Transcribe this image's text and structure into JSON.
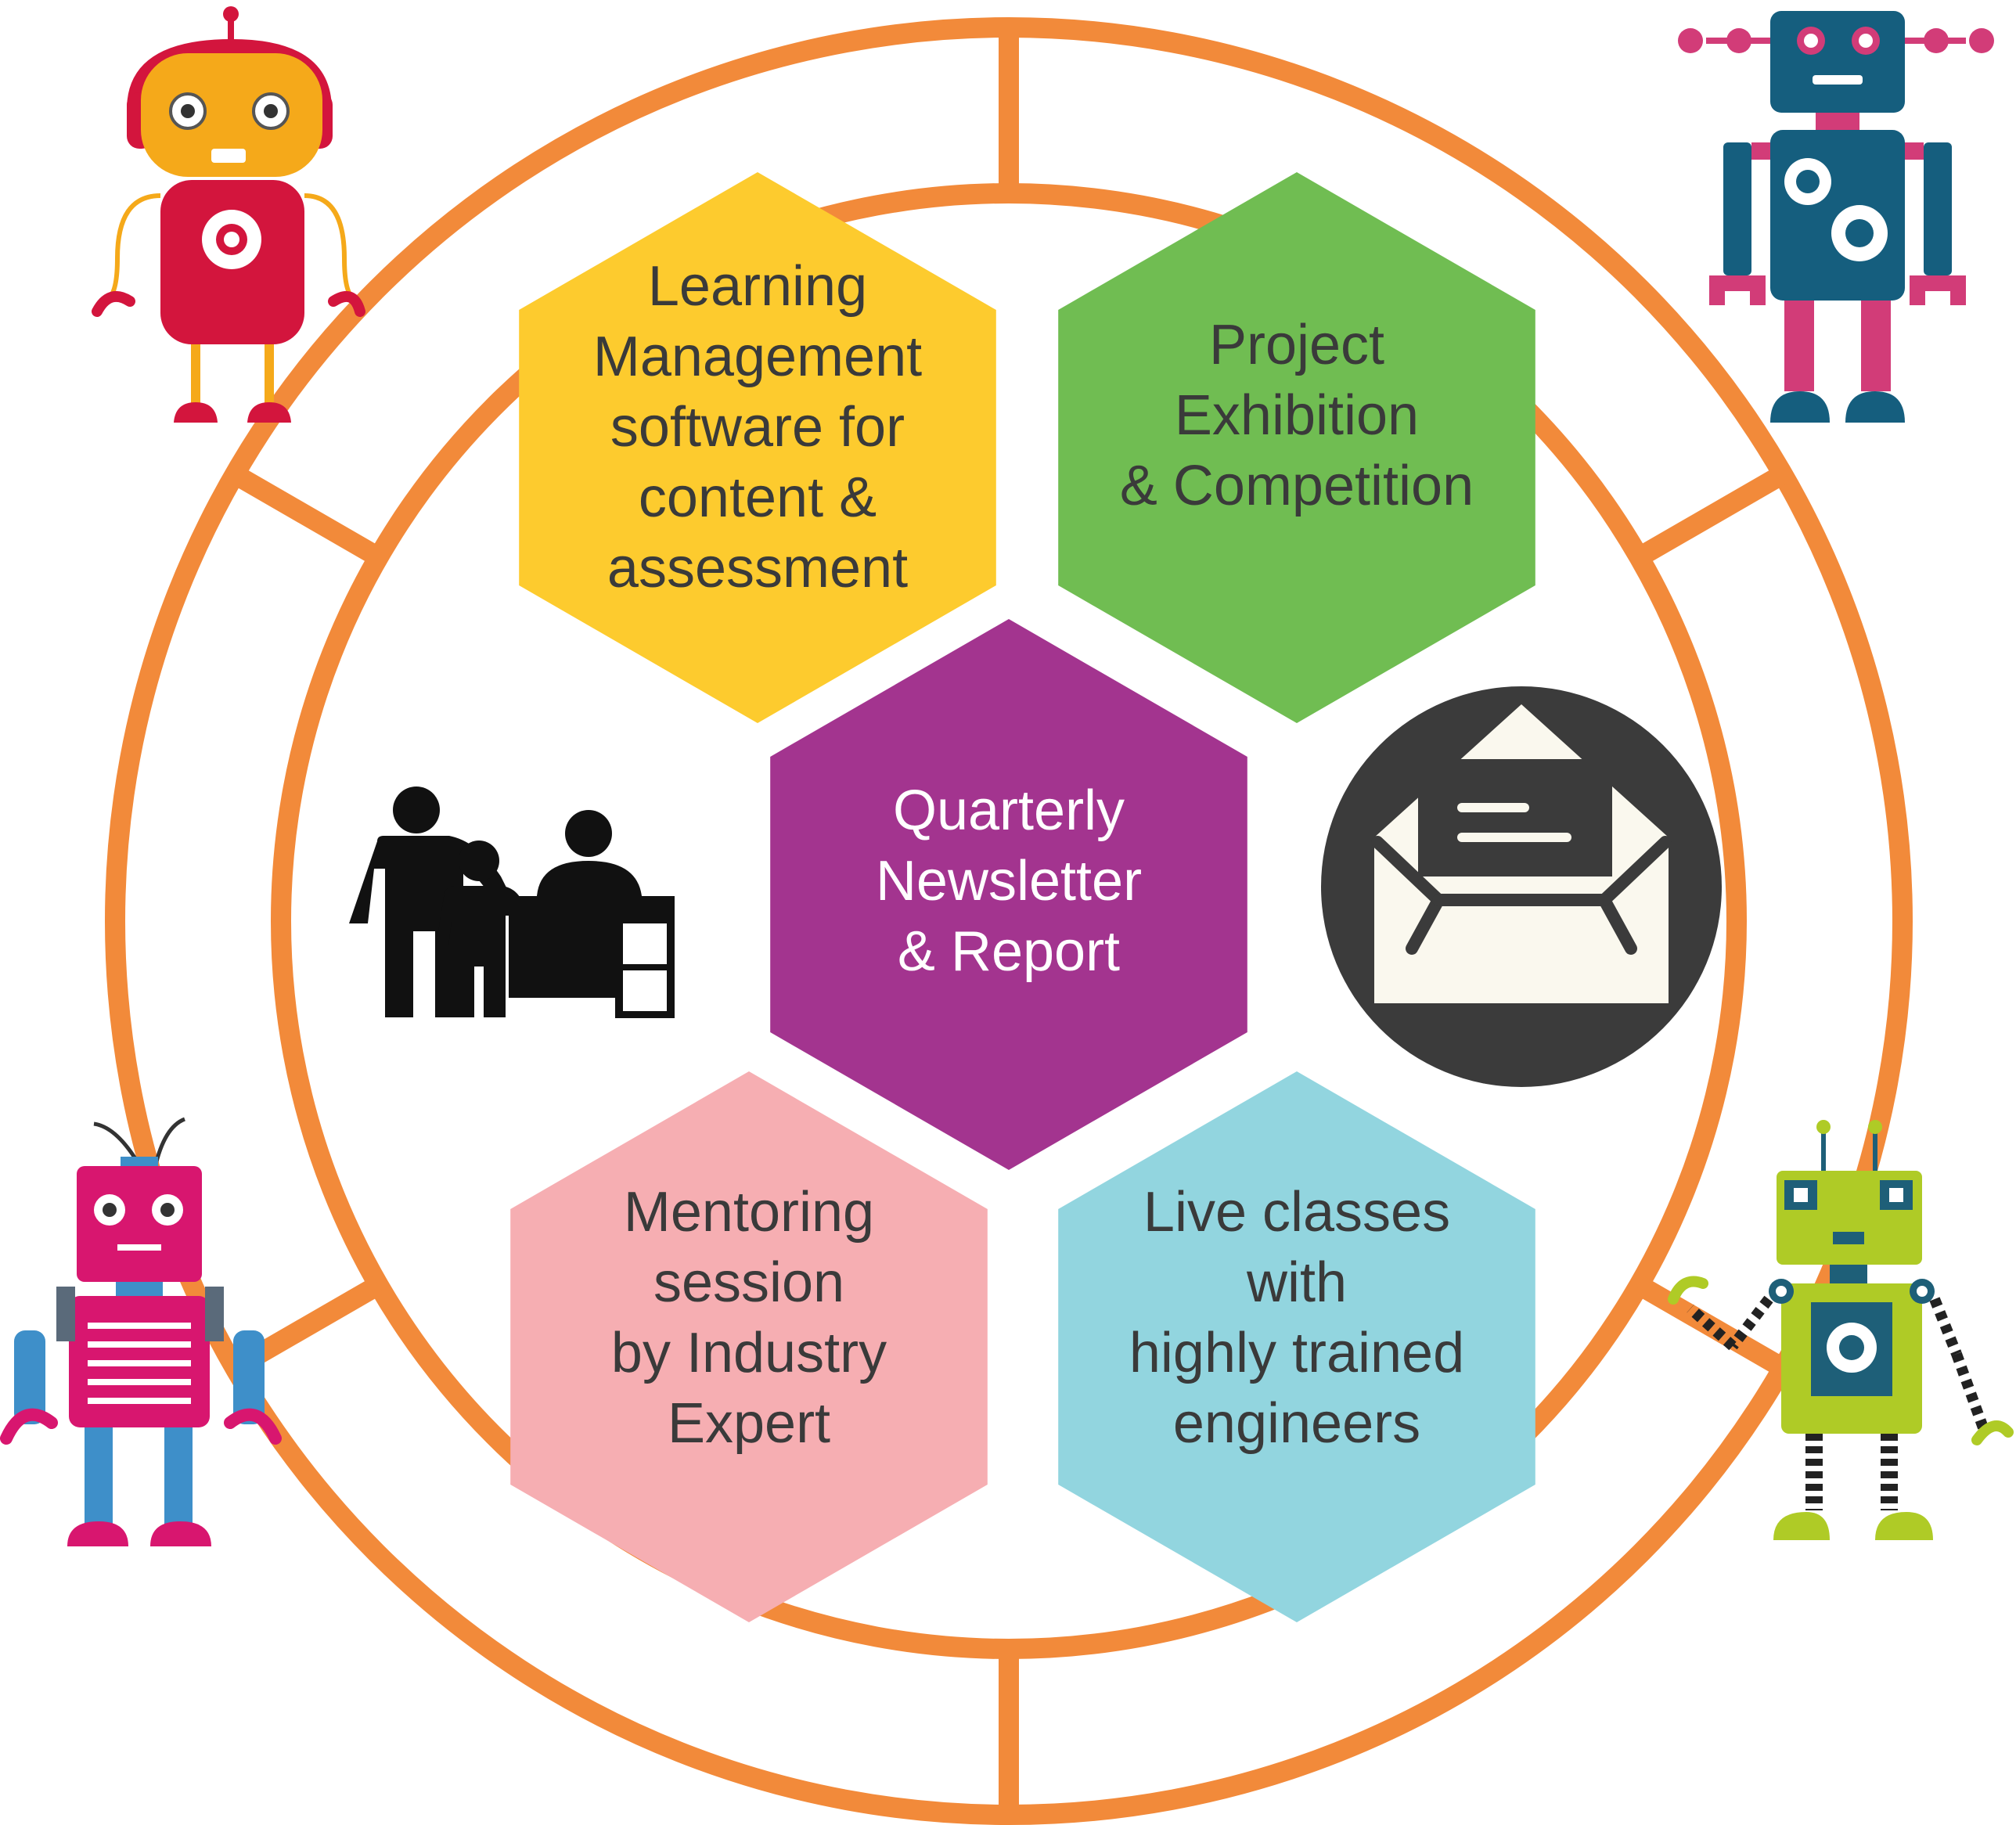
{
  "colors": {
    "ring": "#F28A3A",
    "hex_lms": "#FDCB2E",
    "hex_project": "#70BD52",
    "hex_newsletter": "#A3348F",
    "hex_mentoring": "#F6AEB2",
    "hex_live": "#92D5DF",
    "text_dark": "#3A3A3A",
    "text_light": "#FFFFFF",
    "icon_dark": "#111111",
    "envelope_bg": "#3B3B3B",
    "envelope_paper": "#FAF8EE"
  },
  "hexagons": {
    "lms": {
      "lines": [
        "Learning",
        "Management",
        "software for",
        "content &",
        "assessment"
      ]
    },
    "project": {
      "lines": [
        "Project",
        "Exhibition",
        "& Competition"
      ]
    },
    "newsletter": {
      "lines": [
        "Quarterly",
        "Newsletter",
        "& Report"
      ]
    },
    "mentoring": {
      "lines": [
        "Mentoring",
        "session",
        "by Industry",
        "Expert"
      ]
    },
    "live": {
      "lines": [
        "Live classes",
        "with",
        "highly trained",
        "engineers"
      ]
    }
  },
  "icons": {
    "left": "parent-teacher-meeting-icon",
    "right": "open-envelope-icon"
  },
  "robots": [
    "robot-top-left",
    "robot-top-right",
    "robot-bottom-left",
    "robot-bottom-right"
  ]
}
